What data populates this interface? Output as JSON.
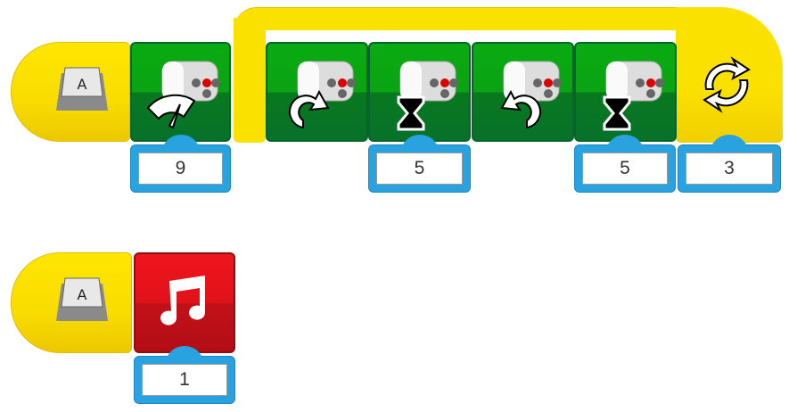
{
  "program1": {
    "start_key": "A",
    "blocks": [
      {
        "type": "motor-power",
        "icon": "speedometer-icon",
        "input": "9"
      },
      {
        "type": "motor-clockwise",
        "icon": "rotate-clockwise-icon"
      },
      {
        "type": "wait",
        "icon": "hourglass-icon",
        "input": "5"
      },
      {
        "type": "motor-counterclockwise",
        "icon": "rotate-counterclockwise-icon"
      },
      {
        "type": "wait",
        "icon": "hourglass-icon",
        "input": "5"
      }
    ],
    "loop": {
      "icon": "repeat-icon",
      "input": "3"
    }
  },
  "program2": {
    "start_key": "A",
    "blocks": [
      {
        "type": "play-sound",
        "icon": "music-note-icon",
        "input": "1"
      }
    ]
  },
  "colors": {
    "start": "#fbe100",
    "motor": "#0aa313",
    "sound": "#e0121a",
    "input": "#29a3e0"
  }
}
